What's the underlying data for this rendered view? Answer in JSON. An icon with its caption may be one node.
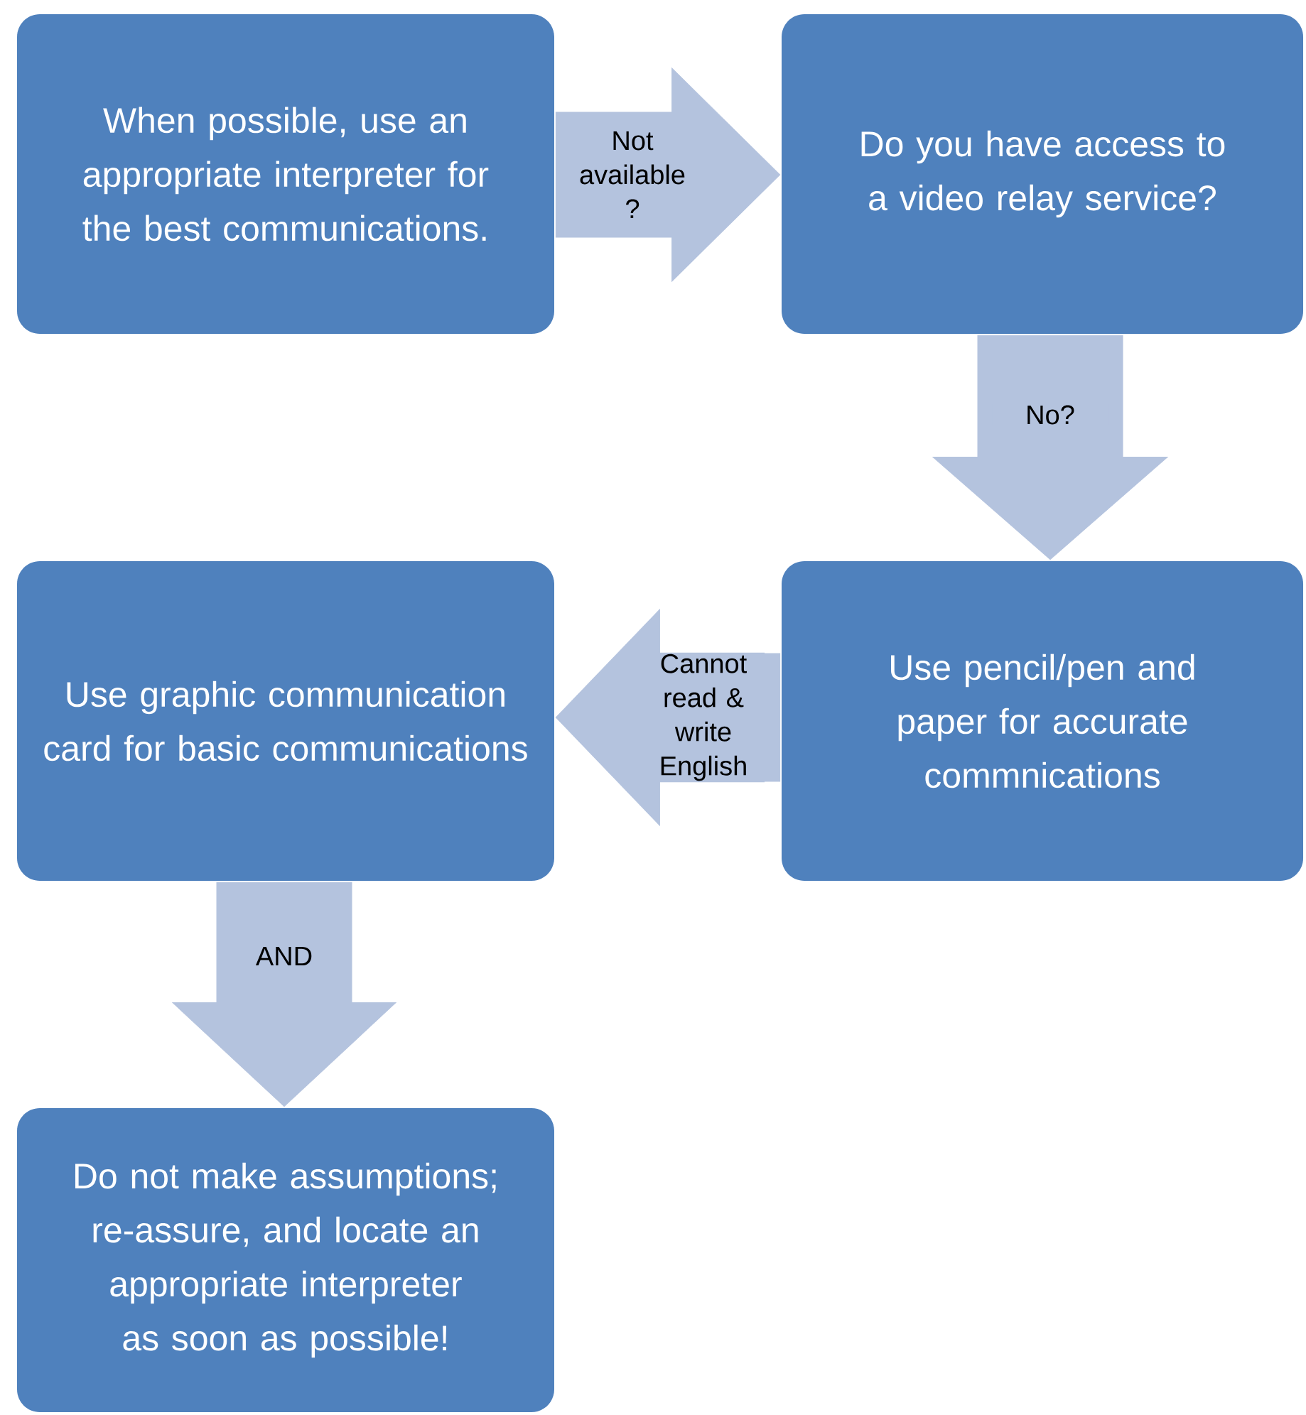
{
  "diagram": {
    "nodes": [
      {
        "text": [
          "When possible, use an appropriate interpreter for the best communications."
        ]
      },
      {
        "text": [
          "Do you have access to a video relay service?"
        ]
      },
      {
        "text": [
          "Use pencil/pen and paper for accurate commnications"
        ]
      },
      {
        "text": [
          "Use graphic communication card for basic communications"
        ]
      },
      {
        "text": [
          "Do not make assumptions; re-assure, and locate an appropriate interpreter as soon as possible!"
        ]
      }
    ],
    "edges": [
      {
        "from": 0,
        "to": 1,
        "arrow": "to",
        "label": "Not available ?"
      },
      {
        "from": 1,
        "to": 2,
        "arrow": "to",
        "label": "No?"
      },
      {
        "from": 2,
        "to": 3,
        "arrow": "to",
        "label": "Cannot read & write English"
      },
      {
        "from": 3,
        "to": 4,
        "arrow": "to",
        "label": "AND"
      }
    ]
  }
}
